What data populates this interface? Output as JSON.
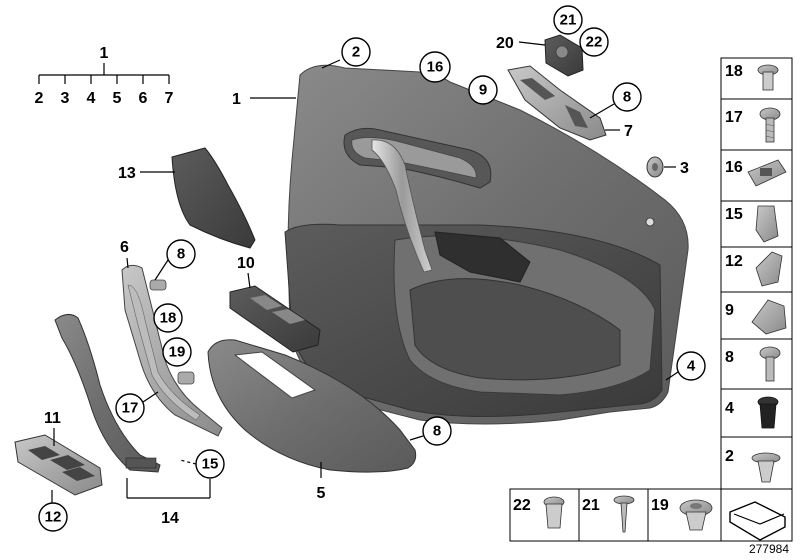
{
  "diagram": {
    "callouts": {
      "c1_top": "1",
      "c1_subs": [
        "2",
        "3",
        "4",
        "5",
        "6",
        "7"
      ],
      "c1_main": "1",
      "c2": "2",
      "c3": "3",
      "c4": "4",
      "c5": "5",
      "c6": "6",
      "c7": "7",
      "c8_top": "8",
      "c8_handle": "8",
      "c8_trim": "8",
      "c9": "9",
      "c10": "10",
      "c11": "11",
      "c12": "12",
      "c13": "13",
      "c14": "14",
      "c15": "15",
      "c16": "16",
      "c17": "17",
      "c18": "18",
      "c19": "19",
      "c20": "20",
      "c21": "21",
      "c22": "22"
    },
    "sidebar": [
      "18",
      "17",
      "16",
      "15",
      "12",
      "9",
      "8",
      "4",
      "2"
    ],
    "bottom_row": [
      "22",
      "21",
      "19"
    ],
    "doc_id": "277984"
  }
}
